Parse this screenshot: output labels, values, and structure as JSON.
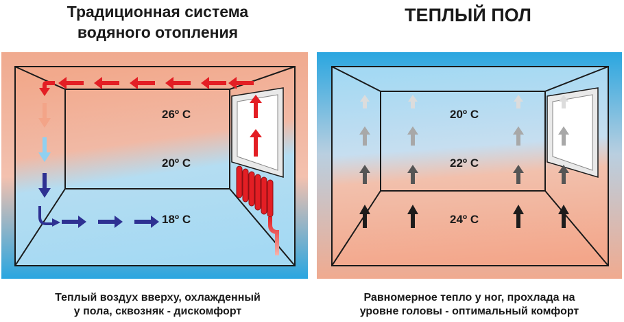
{
  "left_panel": {
    "title_line1": "Традиционная система",
    "title_line2": "водяного отопления",
    "temperatures": [
      "26º C",
      "20º C",
      "18º C"
    ],
    "caption_line1": "Теплый воздух вверху, охлажденный",
    "caption_line2": "у пола, сквозняк - дискомфорт"
  },
  "right_panel": {
    "title": "ТЕПЛЫЙ ПОЛ",
    "temperatures": [
      "20º C",
      "22º C",
      "24º C"
    ],
    "caption_line1": "Равномерное тепло у ног, прохлада на",
    "caption_line2": "уровне головы - оптимальный комфорт"
  },
  "colors": {
    "warm": "#f4a98b",
    "cool": "#a9dcf5",
    "hot_arrow": "#e31e24",
    "cold_arrow": "#2e3192",
    "frame_blue": "#2aa6e0"
  }
}
